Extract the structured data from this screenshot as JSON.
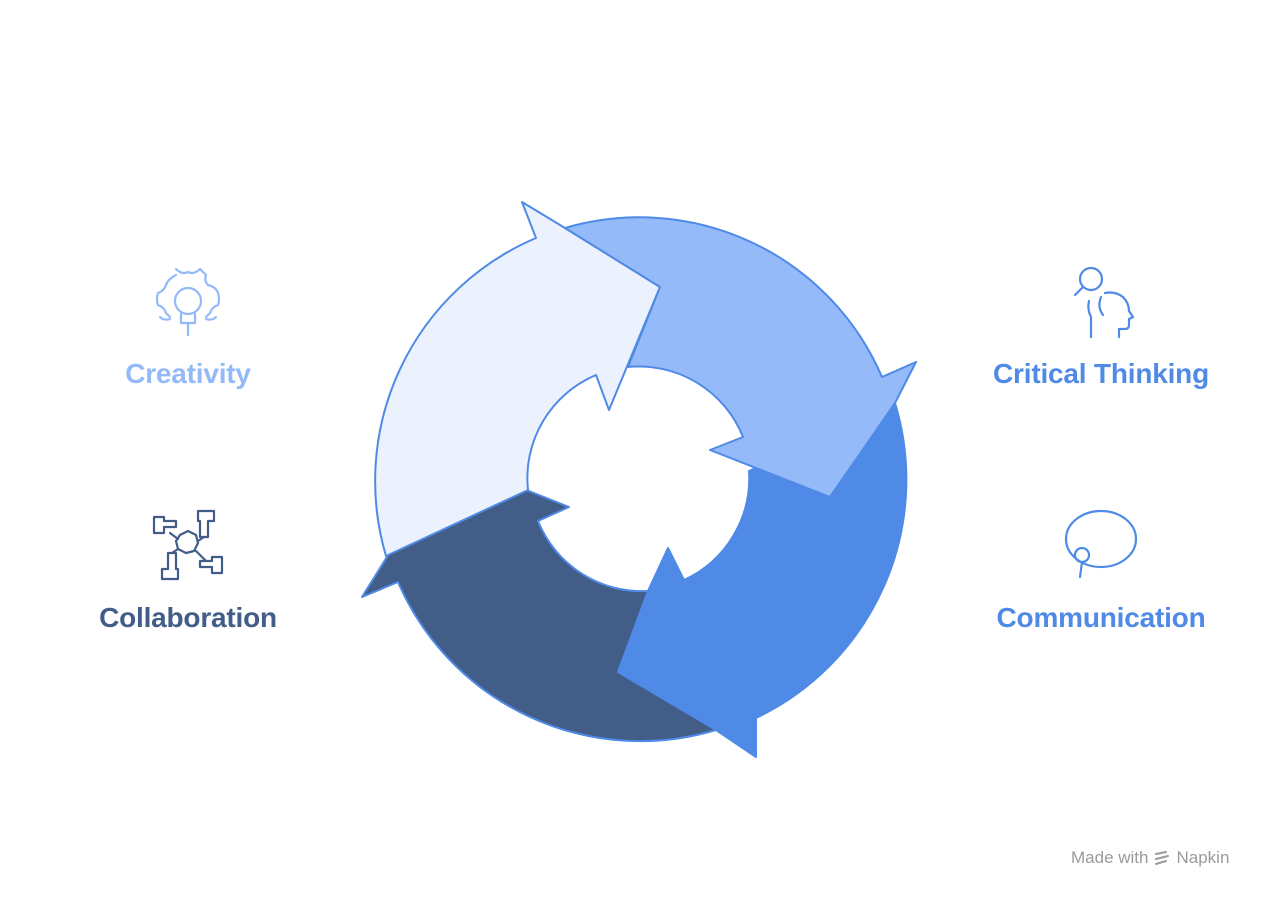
{
  "diagram": {
    "items": [
      {
        "label": "Creativity",
        "color": "#93b9fb",
        "icon": "lightbulb-gear-icon"
      },
      {
        "label": "Critical Thinking",
        "color": "#4e8ae6",
        "icon": "head-magnifier-icon"
      },
      {
        "label": "Communication",
        "color": "#4e8ae6",
        "icon": "speech-bubble-icon"
      },
      {
        "label": "Collaboration",
        "color": "#425d88",
        "icon": "joined-hands-icon"
      }
    ],
    "arrow_colors": {
      "light": "#ebf2fd",
      "medium": "#94baf9",
      "bright": "#4e8ae6",
      "dark": "#425d88",
      "stroke": "#4e8ae6"
    }
  },
  "footer": {
    "made_with": "Made with",
    "brand": "Napkin",
    "brand_icon": "napkin-logo-icon"
  }
}
